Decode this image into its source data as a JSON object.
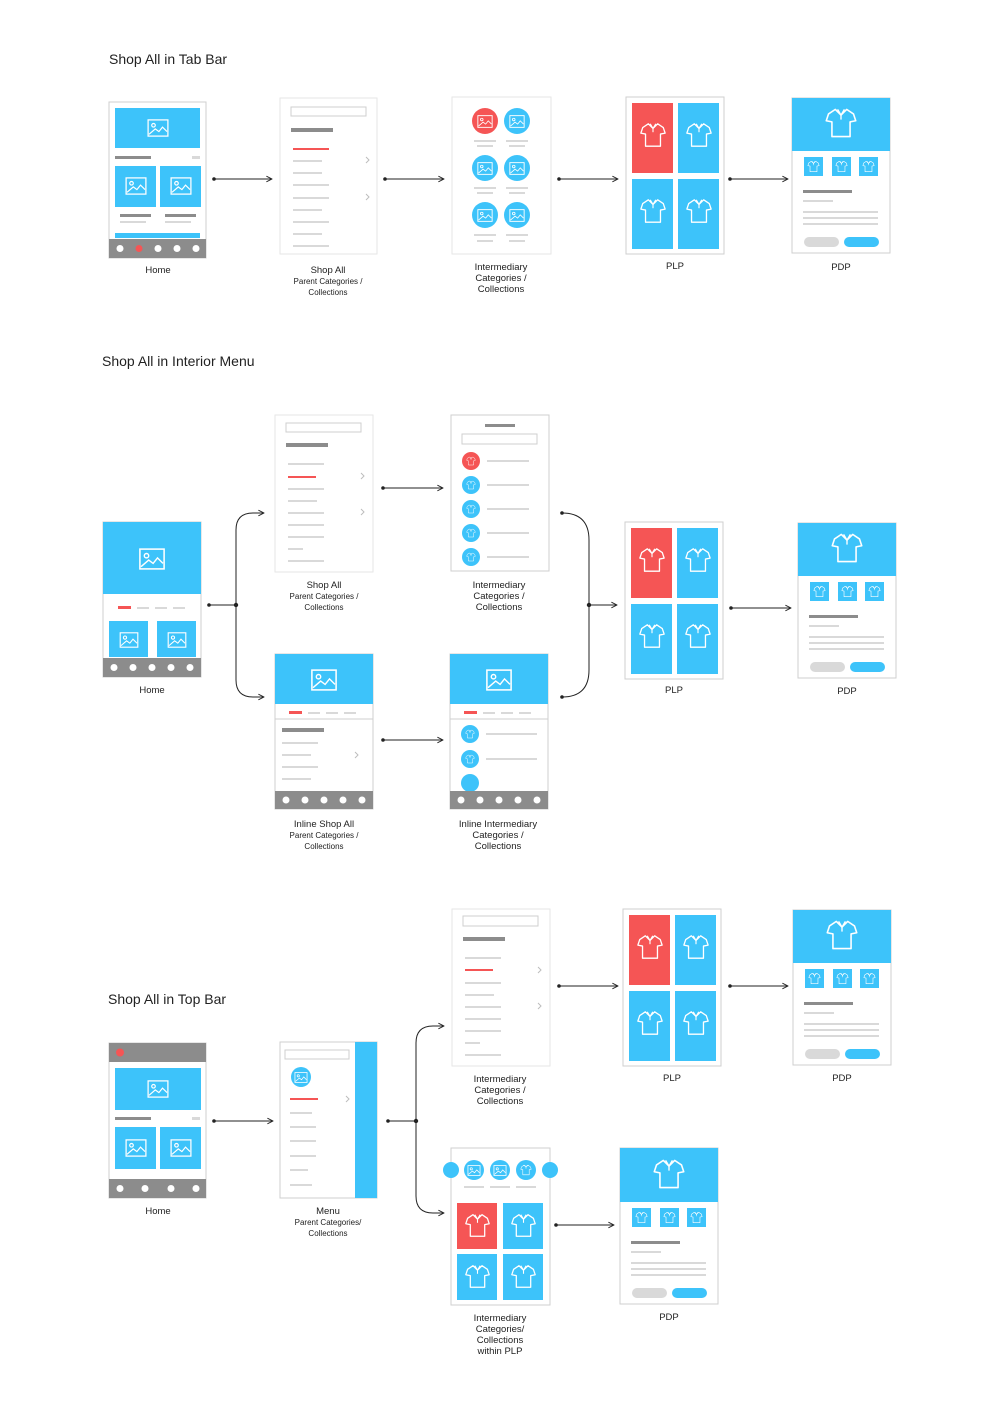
{
  "sections": [
    {
      "title": "Shop All in Tab Bar"
    },
    {
      "title": "Shop All in Interior Menu"
    },
    {
      "title": "Shop All in Top Bar"
    }
  ],
  "labels": {
    "s1_home": "Home",
    "s1_shopall_1": "Shop All",
    "s1_shopall_2": "Parent Categories /",
    "s1_shopall_3": "Collections",
    "s1_inter_1": "Intermediary",
    "s1_inter_2": "Categories /",
    "s1_inter_3": "Collections",
    "s1_plp": "PLP",
    "s1_pdp": "PDP",
    "s2_home": "Home",
    "s2_shopall_1": "Shop All",
    "s2_shopall_2": "Parent Categories /",
    "s2_shopall_3": "Collections",
    "s2_inter_1": "Intermediary",
    "s2_inter_2": "Categories /",
    "s2_inter_3": "Collections",
    "s2_plp": "PLP",
    "s2_pdp": "PDP",
    "s2_inline_1": "Inline Shop All",
    "s2_inline_2": "Parent Categories /",
    "s2_inline_3": "Collections",
    "s2_inlineint_1": "Inline Intermediary",
    "s2_inlineint_2": "Categories /",
    "s2_inlineint_3": "Collections",
    "s3_home": "Home",
    "s3_menu_1": "Menu",
    "s3_menu_2": "Parent Categories/",
    "s3_menu_3": "Collections",
    "s3_inter_1": "Intermediary",
    "s3_inter_2": "Categories /",
    "s3_inter_3": "Collections",
    "s3_plp": "PLP",
    "s3_pdp": "PDP",
    "s3_interplp_1": "Intermediary",
    "s3_interplp_2": "Categories/",
    "s3_interplp_3": "Collections",
    "s3_interplp_4": "within PLP",
    "s3_pdp2": "PDP"
  },
  "colors": {
    "blue": "#3DC3FA",
    "red": "#F55555",
    "dark_gray": "#8C8C8C",
    "light_gray": "#D9D9D9",
    "frame_border": "#CFCFCF"
  },
  "icons": [
    "image-icon",
    "tshirt-icon",
    "chevron-right-icon",
    "arrow-right-icon"
  ]
}
